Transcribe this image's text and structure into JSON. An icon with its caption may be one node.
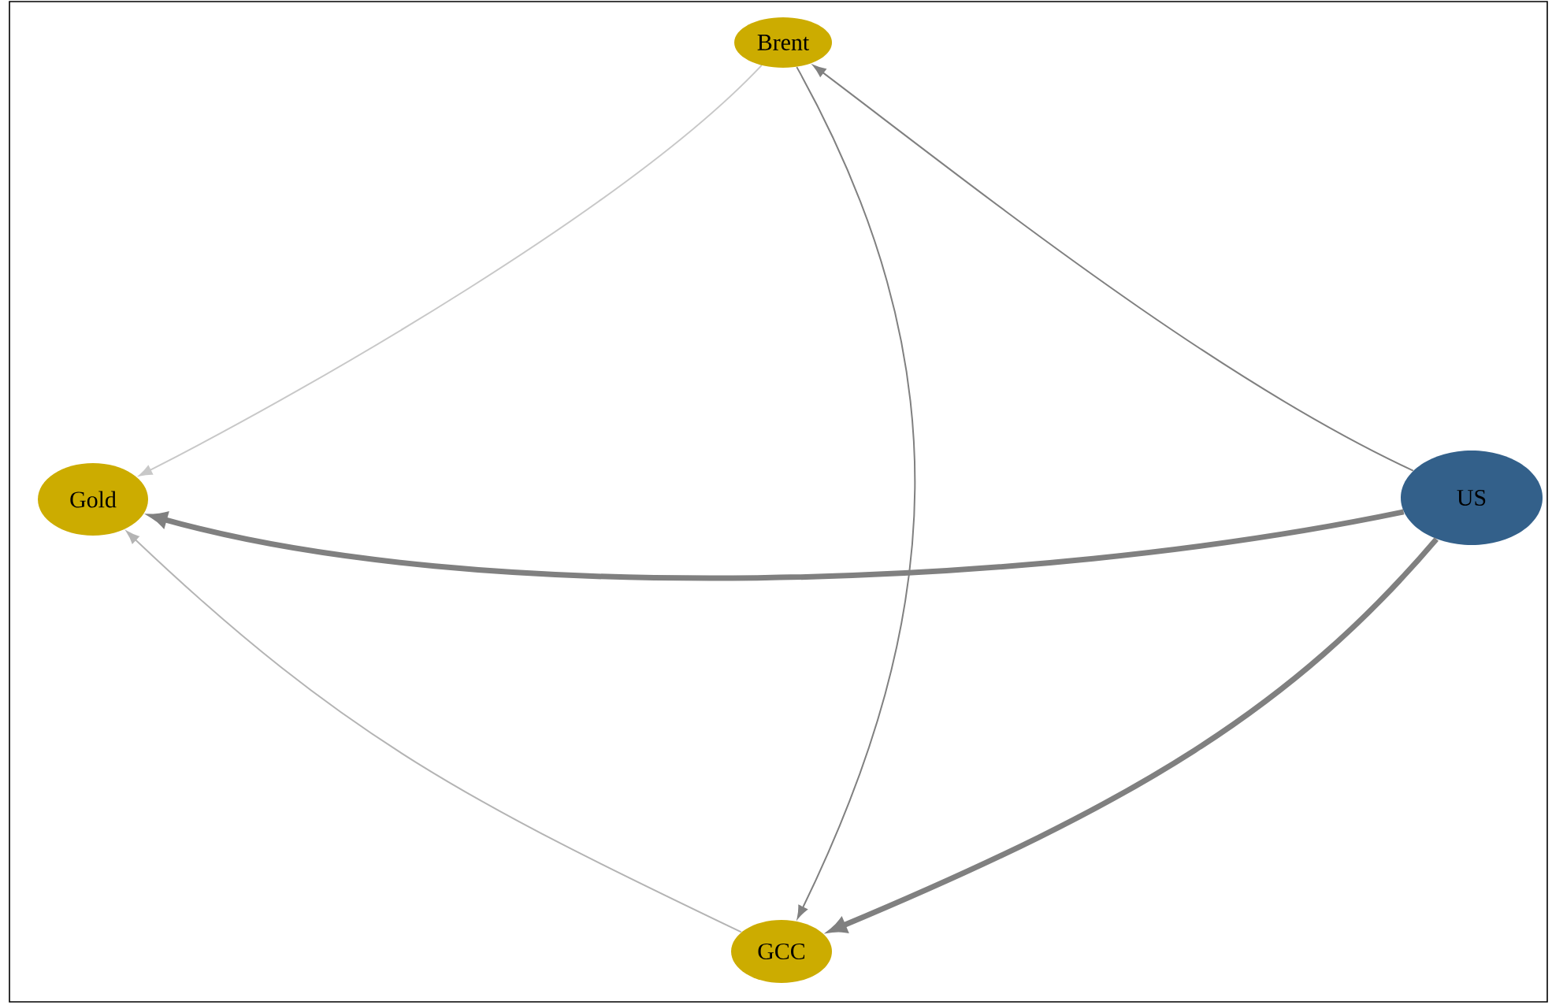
{
  "diagram": {
    "nodes": [
      {
        "text": [
          "Brent"
        ]
      },
      {
        "text": [
          "Gold"
        ]
      },
      {
        "text": [
          "US"
        ]
      },
      {
        "text": [
          "GCC"
        ]
      }
    ],
    "edges": [
      {
        "from": 0,
        "to": 1,
        "arrow": "to",
        "color": "#c8c8c8"
      },
      {
        "from": 0,
        "to": 3,
        "arrow": "to"
      },
      {
        "from": 2,
        "to": 0,
        "arrow": "to"
      },
      {
        "from": 2,
        "to": 1,
        "arrow": "to",
        "style": "thick"
      },
      {
        "from": 2,
        "to": 3,
        "arrow": "to",
        "style": "thick"
      },
      {
        "from": 3,
        "to": 1,
        "arrow": "to",
        "color": "#b4b4b4"
      }
    ]
  }
}
